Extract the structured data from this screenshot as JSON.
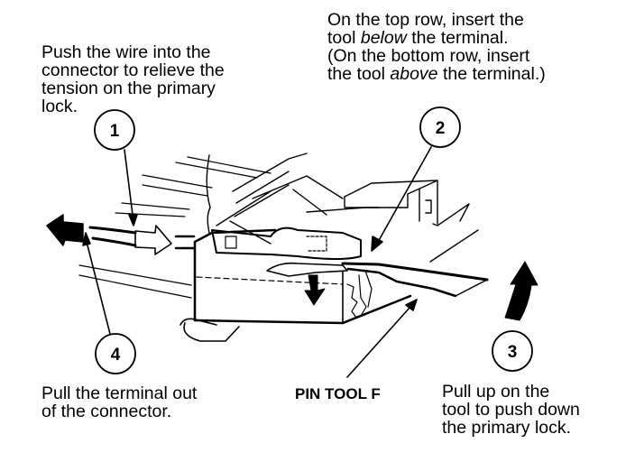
{
  "steps": [
    {
      "number": "1",
      "lines": [
        "Push the wire into the",
        "connector to relieve the",
        "tension on the primary",
        "lock."
      ]
    },
    {
      "number": "2",
      "lines": [
        "On the top row, insert the",
        "tool ",
        "below",
        " the terminal.",
        "(On the bottom row, insert",
        "the tool ",
        "above",
        " the terminal.)"
      ]
    },
    {
      "number": "3",
      "lines": [
        "Pull up on the",
        "tool to push down",
        "the primary lock."
      ]
    },
    {
      "number": "4",
      "lines": [
        "Pull the terminal out",
        "of the connector."
      ]
    }
  ],
  "labels": {
    "pin_tool": "PIN TOOL F"
  }
}
